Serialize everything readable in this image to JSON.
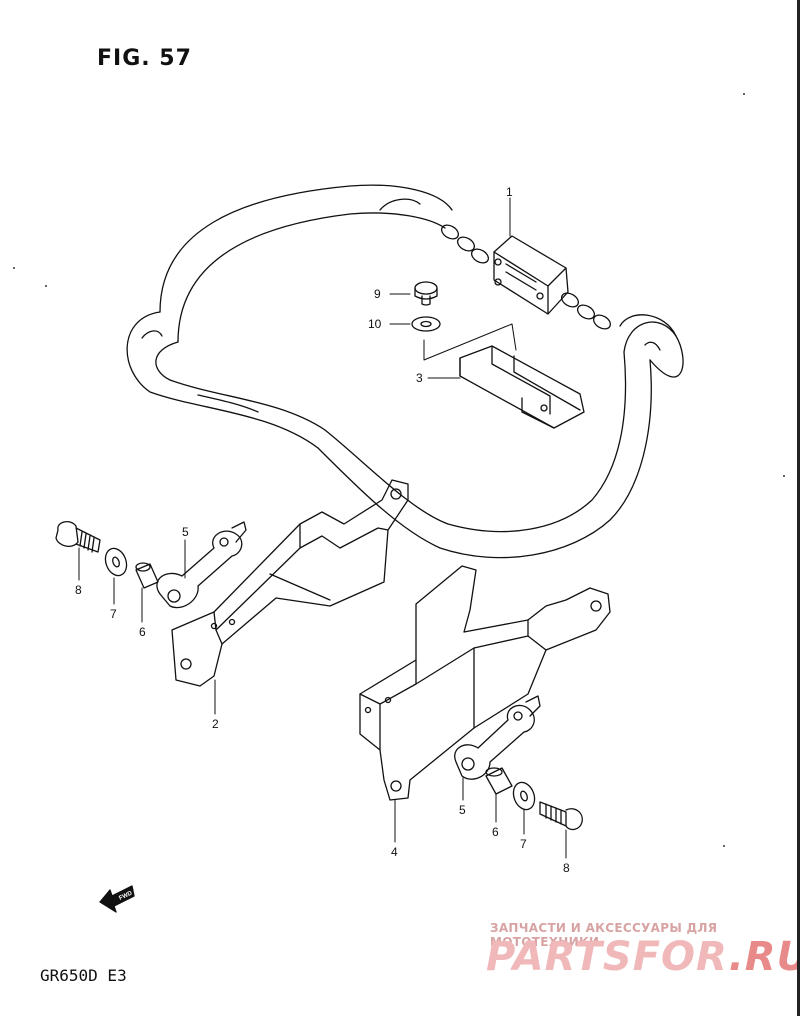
{
  "figure_label": "FIG. 57",
  "model_code": "GR650D  E3",
  "fwd_label": "FWD",
  "watermark": {
    "caption": "ЗАПЧАСТИ И АКСЕССУАРЫ ДЛЯ МОТОТЕХНИКИ",
    "logo_main": "PARTSFOR",
    "logo_tld": ".RU"
  },
  "callouts": {
    "c1": "1",
    "c2": "2",
    "c3": "3",
    "c4": "4",
    "c5a": "5",
    "c5b": "5",
    "c6a": "6",
    "c6b": "6",
    "c7a": "7",
    "c7b": "7",
    "c8a": "8",
    "c8b": "8",
    "c9": "9",
    "c10": "10"
  }
}
